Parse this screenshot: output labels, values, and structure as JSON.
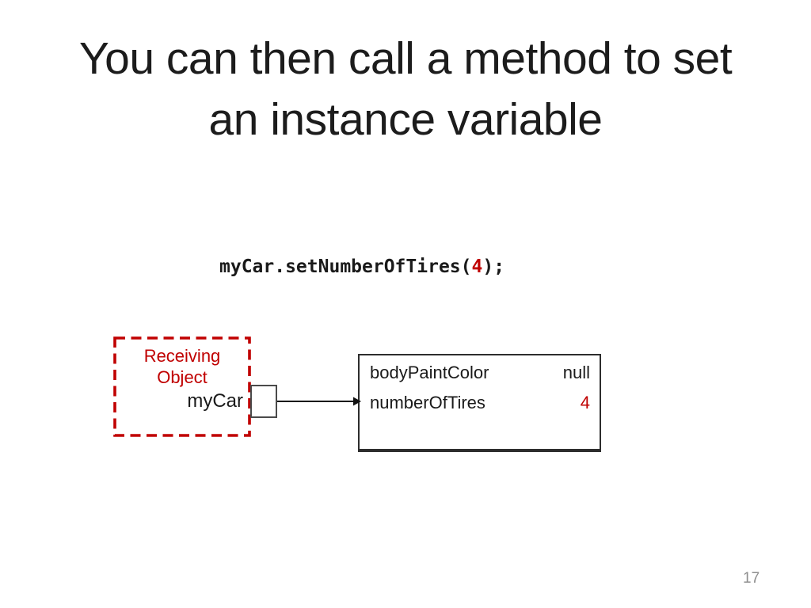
{
  "slide": {
    "title": {
      "line1": "You can then call a method to set",
      "line2": "an instance variable"
    },
    "code": {
      "prefix": "myCar.setNumberOfTires(",
      "argument": "4",
      "suffix": ");"
    },
    "receiving_object": {
      "label_line1": "Receiving",
      "label_line2": "Object",
      "variable_name": "myCar"
    },
    "object_table": {
      "rows": [
        {
          "field": "bodyPaintColor",
          "value": "null"
        },
        {
          "field": "numberOfTires",
          "value": "4"
        }
      ]
    },
    "page_number": "17",
    "colors": {
      "accent_red": "#C00000",
      "title_text": "#1c1c1c",
      "page_number": "#8e8e8e"
    }
  }
}
